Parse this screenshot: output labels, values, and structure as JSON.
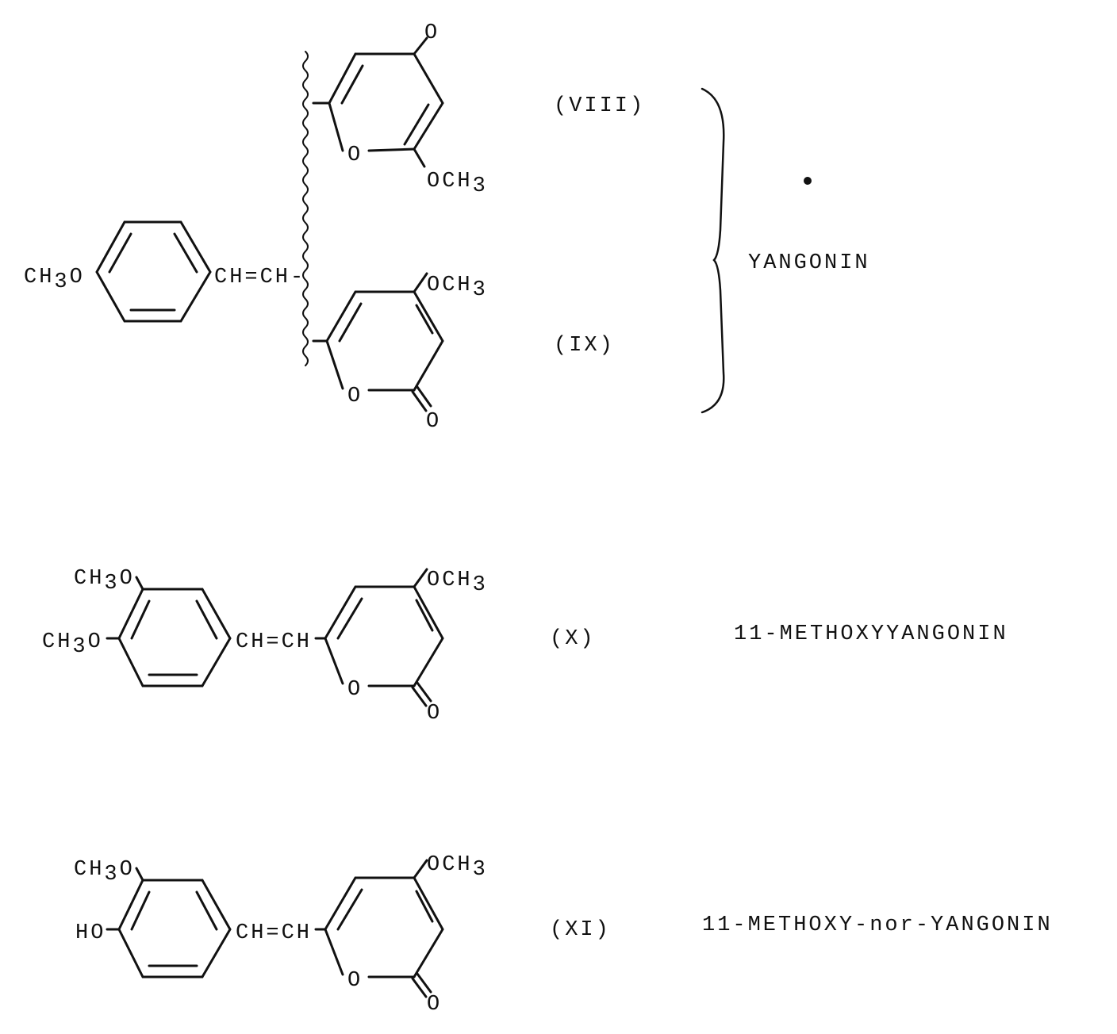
{
  "groups": {
    "ch": "CH",
    "three": "3",
    "o": "O",
    "och": "OCH",
    "vinyl": "CH=CH",
    "vinyl_wavy": "CH=CH-",
    "ring_o": "O",
    "carbonyl_o": "O",
    "ho": "HO"
  },
  "compounds": [
    {
      "label": "(VIII)"
    },
    {
      "label": "(IX)"
    },
    {
      "label": "(X)",
      "name": "11-METHOXYYANGONIN"
    },
    {
      "label": "(XI)",
      "name": "11-METHOXY-nor-YANGONIN"
    }
  ],
  "group_name": "YANGONIN"
}
